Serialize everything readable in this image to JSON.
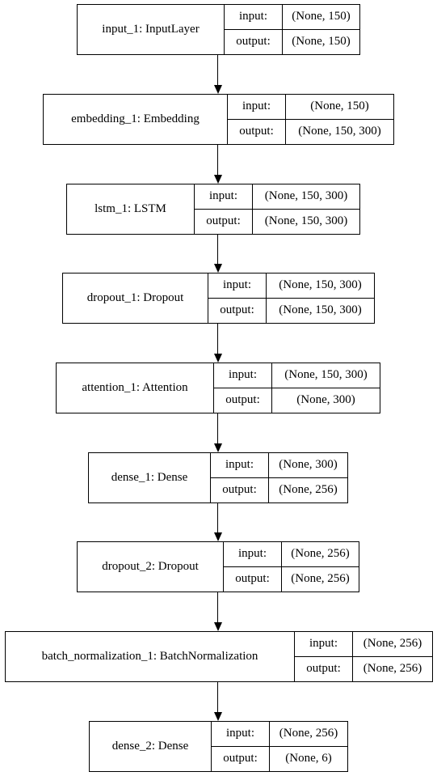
{
  "diagram": {
    "io_labels": {
      "input": "input:",
      "output": "output:"
    },
    "layers": [
      {
        "name": "input_1: InputLayer",
        "input": "(None, 150)",
        "output": "(None, 150)"
      },
      {
        "name": "embedding_1: Embedding",
        "input": "(None, 150)",
        "output": "(None, 150, 300)"
      },
      {
        "name": "lstm_1: LSTM",
        "input": "(None, 150, 300)",
        "output": "(None, 150, 300)"
      },
      {
        "name": "dropout_1: Dropout",
        "input": "(None, 150, 300)",
        "output": "(None, 150, 300)"
      },
      {
        "name": "attention_1: Attention",
        "input": "(None, 150, 300)",
        "output": "(None, 300)"
      },
      {
        "name": "dense_1: Dense",
        "input": "(None, 300)",
        "output": "(None, 256)"
      },
      {
        "name": "dropout_2: Dropout",
        "input": "(None, 256)",
        "output": "(None, 256)"
      },
      {
        "name": "batch_normalization_1: BatchNormalization",
        "input": "(None, 256)",
        "output": "(None, 256)"
      },
      {
        "name": "dense_2: Dense",
        "input": "(None, 256)",
        "output": "(None, 6)"
      }
    ]
  }
}
